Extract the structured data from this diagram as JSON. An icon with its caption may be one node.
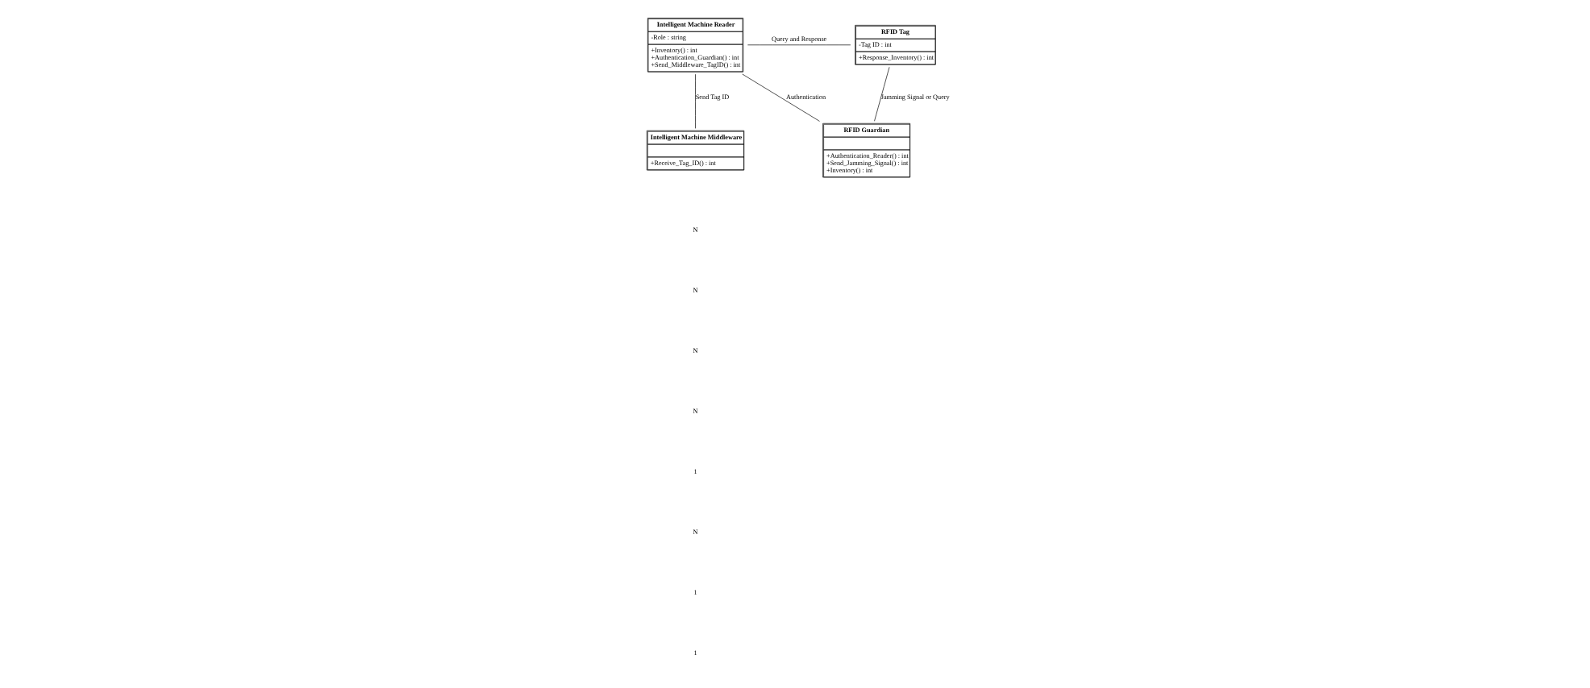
{
  "diagram": {
    "nodes": [
      {
        "text": [
          "Intelligent Machine Reader",
          "-Role : string",
          "+Inventory() : int",
          "+Authentication_Guardian() : int",
          "+Send_Middleware_TagID() : int"
        ]
      },
      {
        "text": [
          "RFID Tag",
          "-Tag ID : int",
          "+Response_Inventory() : int"
        ]
      },
      {
        "text": [
          "Intelligent Machine Middleware",
          "+Receive_Tag_ID() : int"
        ]
      },
      {
        "text": [
          "RFID Guardian",
          "+Authentication_Reader() : int",
          "+Send_Jamming_Signal() : int",
          "+Inventory() : int"
        ]
      }
    ],
    "edges": [
      {
        "from": 0,
        "to": 1,
        "arrow": "none",
        "label": "Query and Response"
      },
      {
        "from": 0,
        "to": 3,
        "arrow": "none",
        "label": "Authentication"
      },
      {
        "from": 0,
        "to": 2,
        "arrow": "none",
        "label": "Send Tag ID"
      },
      {
        "from": 1,
        "to": 3,
        "arrow": "none",
        "label": "Jamming Signal or Query"
      }
    ],
    "labels": [
      "N",
      "N",
      "N",
      "N",
      "1",
      "N",
      "1",
      "1"
    ]
  }
}
